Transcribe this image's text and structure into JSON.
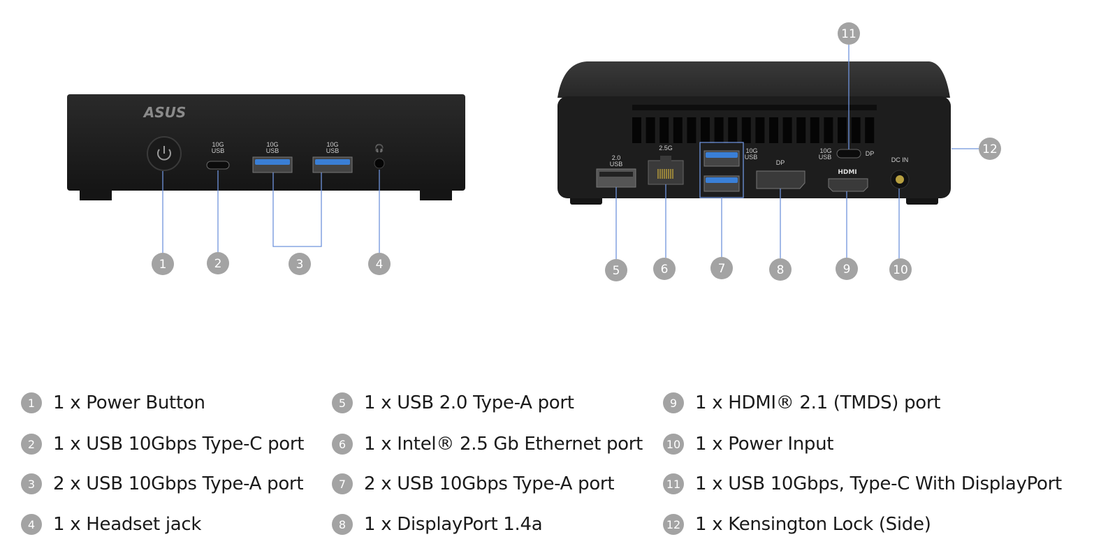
{
  "front_view": {
    "logo": "ASUS",
    "port_labels": {
      "typec": [
        "10G",
        "USB"
      ],
      "usba1": [
        "10G",
        "USB"
      ],
      "usba2": [
        "10G",
        "USB"
      ]
    },
    "callouts": [
      "1",
      "2",
      "3",
      "4"
    ]
  },
  "rear_view": {
    "port_labels": {
      "usb2": [
        "2.0",
        "USB"
      ],
      "lan": "2.5G",
      "usba": [
        "10G",
        "USB"
      ],
      "dp": "DP",
      "typec": [
        "10G",
        "USB"
      ],
      "typec_dp": "DP",
      "hdmi": "HDMI",
      "dcin": "DC IN"
    },
    "callouts": [
      "5",
      "6",
      "7",
      "8",
      "9",
      "10",
      "11",
      "12"
    ]
  },
  "legend": [
    {
      "num": "1",
      "text": "1 x Power Button"
    },
    {
      "num": "2",
      "text": "1 x USB 10Gbps Type-C port"
    },
    {
      "num": "3",
      "text": "2 x USB 10Gbps Type-A port"
    },
    {
      "num": "4",
      "text": "1 x Headset jack"
    },
    {
      "num": "5",
      "text": "1 x USB 2.0 Type-A port"
    },
    {
      "num": "6",
      "text": "1 x Intel® 2.5 Gb Ethernet port"
    },
    {
      "num": "7",
      "text": "2 x USB 10Gbps Type-A port"
    },
    {
      "num": "8",
      "text": "1 x DisplayPort 1.4a"
    },
    {
      "num": "9",
      "text": "1 x HDMI® 2.1 (TMDS) port"
    },
    {
      "num": "10",
      "text": "1 x Power Input"
    },
    {
      "num": "11",
      "text": "1 x USB 10Gbps, Type-C With DisplayPort"
    },
    {
      "num": "12",
      "text": "1 x Kensington Lock (Side)"
    }
  ],
  "colors": {
    "leader": "#6f93dc",
    "badge": "#a3a3a3",
    "usb_blue": "#3a7fd6",
    "body": "#1c1c1c"
  }
}
